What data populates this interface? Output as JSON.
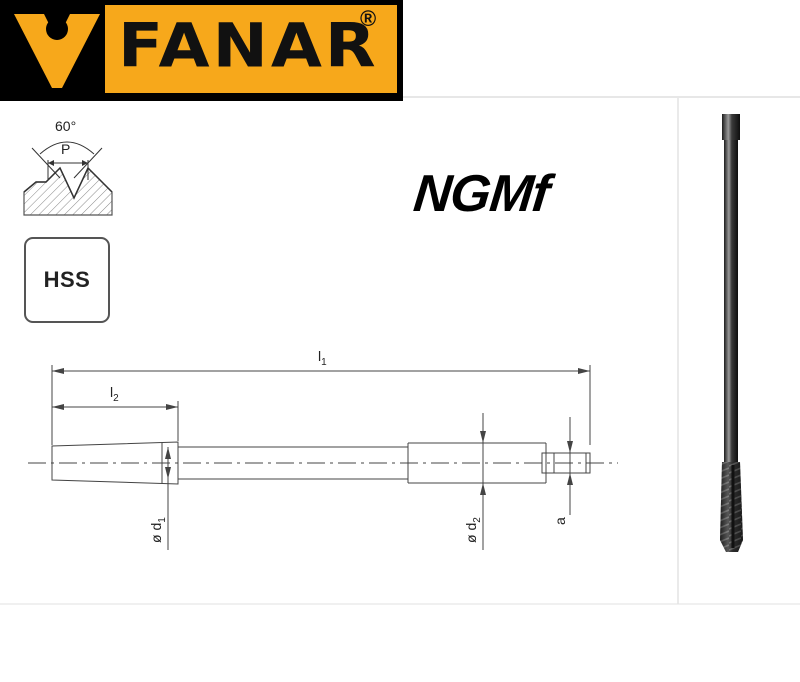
{
  "brand": {
    "name": "FANAR",
    "registered_mark": "®",
    "colors": {
      "black": "#000000",
      "orange": "#f7a81b"
    }
  },
  "thread_profile": {
    "angle_label": "60°",
    "pitch_label": "P",
    "icon": "thread-profile-icon"
  },
  "material": {
    "label": "HSS"
  },
  "product": {
    "name": "NGMf"
  },
  "drawing": {
    "overall_length_label": "l",
    "overall_length_sub": "1",
    "thread_length_label": "l",
    "thread_length_sub": "2",
    "d1_label": "ø d",
    "d1_sub": "1",
    "d2_label": "ø d",
    "d2_sub": "2",
    "square_label": "a"
  },
  "photo": {
    "icon": "machine-tap-photo"
  }
}
